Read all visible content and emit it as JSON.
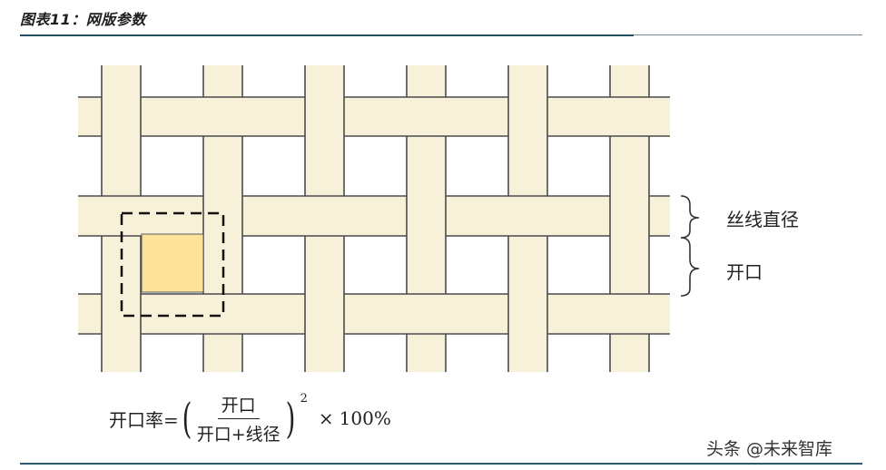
{
  "figure": {
    "title": "图表11：网版参数"
  },
  "labels": {
    "wire_diameter": "丝线直径",
    "opening": "开口"
  },
  "formula": {
    "lhs": "开口率=",
    "numerator": "开口",
    "denominator": "开口+线径",
    "exponent": "2",
    "times": "×",
    "factor": "100%"
  },
  "watermark": "头条 @未来智库",
  "colors": {
    "thread_fill": "#f8f1d9",
    "thread_stroke": "#4a4a4a",
    "opening_fill": "#fde39a",
    "rule": "#1f4e5f"
  }
}
